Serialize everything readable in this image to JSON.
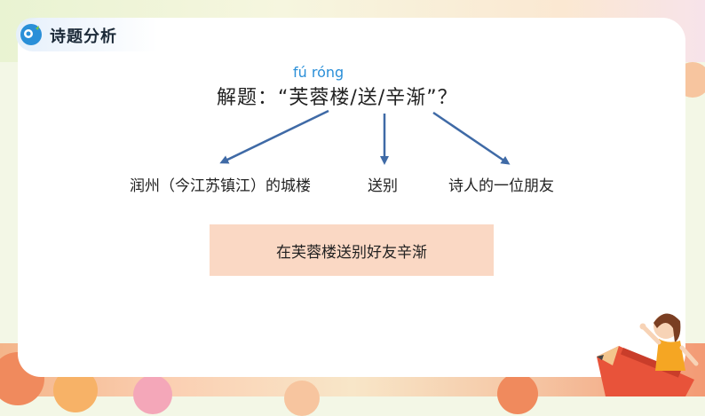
{
  "header": {
    "title": "诗题分析"
  },
  "question": {
    "pinyin": "fú róng",
    "text": "解题：“芙蓉楼/送/辛渐”？"
  },
  "branches": [
    {
      "label": "润州（今江苏镇江）的城楼"
    },
    {
      "label": "送别"
    },
    {
      "label": "诗人的一位朋友"
    }
  ],
  "summary": {
    "text": "在芙蓉楼送别好友辛渐"
  },
  "colors": {
    "accent_blue": "#2a8fd8",
    "arrow": "#3f6aa6",
    "summary_bg": "#fad8c4"
  }
}
